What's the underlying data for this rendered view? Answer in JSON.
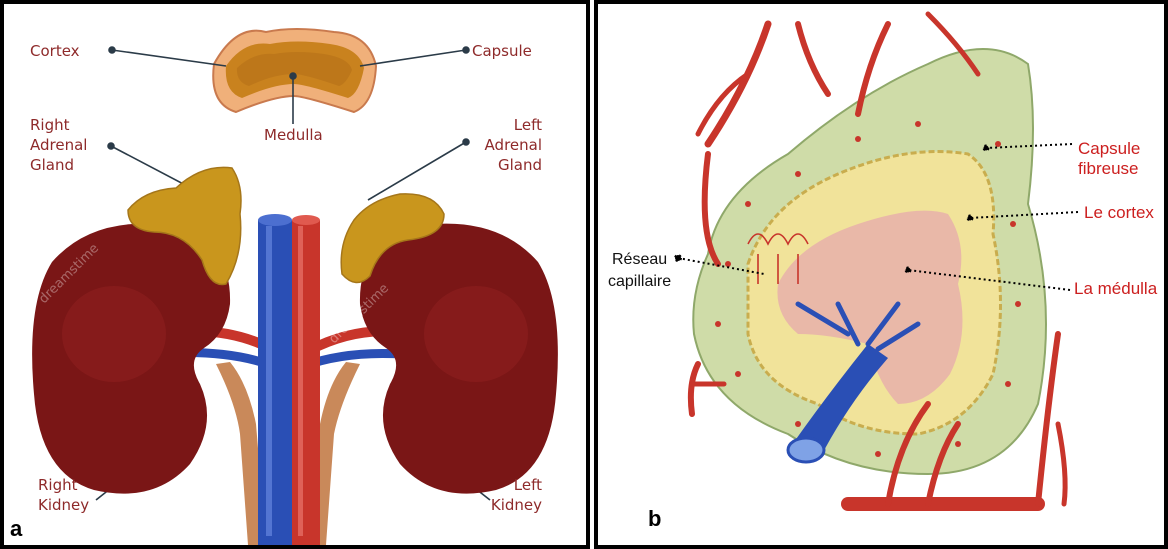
{
  "panel_a": {
    "letter": "a",
    "labels": {
      "cortex": "Cortex",
      "capsule": "Capsule",
      "medulla": "Medulla",
      "right_adrenal": [
        "Right",
        "Adrenal",
        "Gland"
      ],
      "left_adrenal": [
        "Left",
        "Adrenal",
        "Gland"
      ],
      "right_kidney": [
        "Right",
        "Kidney"
      ],
      "left_kidney": [
        "Left",
        "Kidney"
      ]
    },
    "watermark": "dreamstime"
  },
  "panel_b": {
    "letter": "b",
    "labels": {
      "capsule": [
        "Capsule",
        "fibreuse"
      ],
      "cortex": "Le cortex",
      "medulla": "La médulla",
      "reseau": [
        "Réseau",
        "capillaire"
      ]
    }
  },
  "colors": {
    "label_a": "#8e2a2a",
    "label_b": "#cc1f1f",
    "kidney": "#7a1616",
    "adrenal": "#c9961d",
    "artery": "#c8352b",
    "vein": "#2a4fb5",
    "capsule_green": "#cfdca8",
    "cortex_yellow": "#f1e39a",
    "medulla_pink": "#e9b8a8"
  }
}
